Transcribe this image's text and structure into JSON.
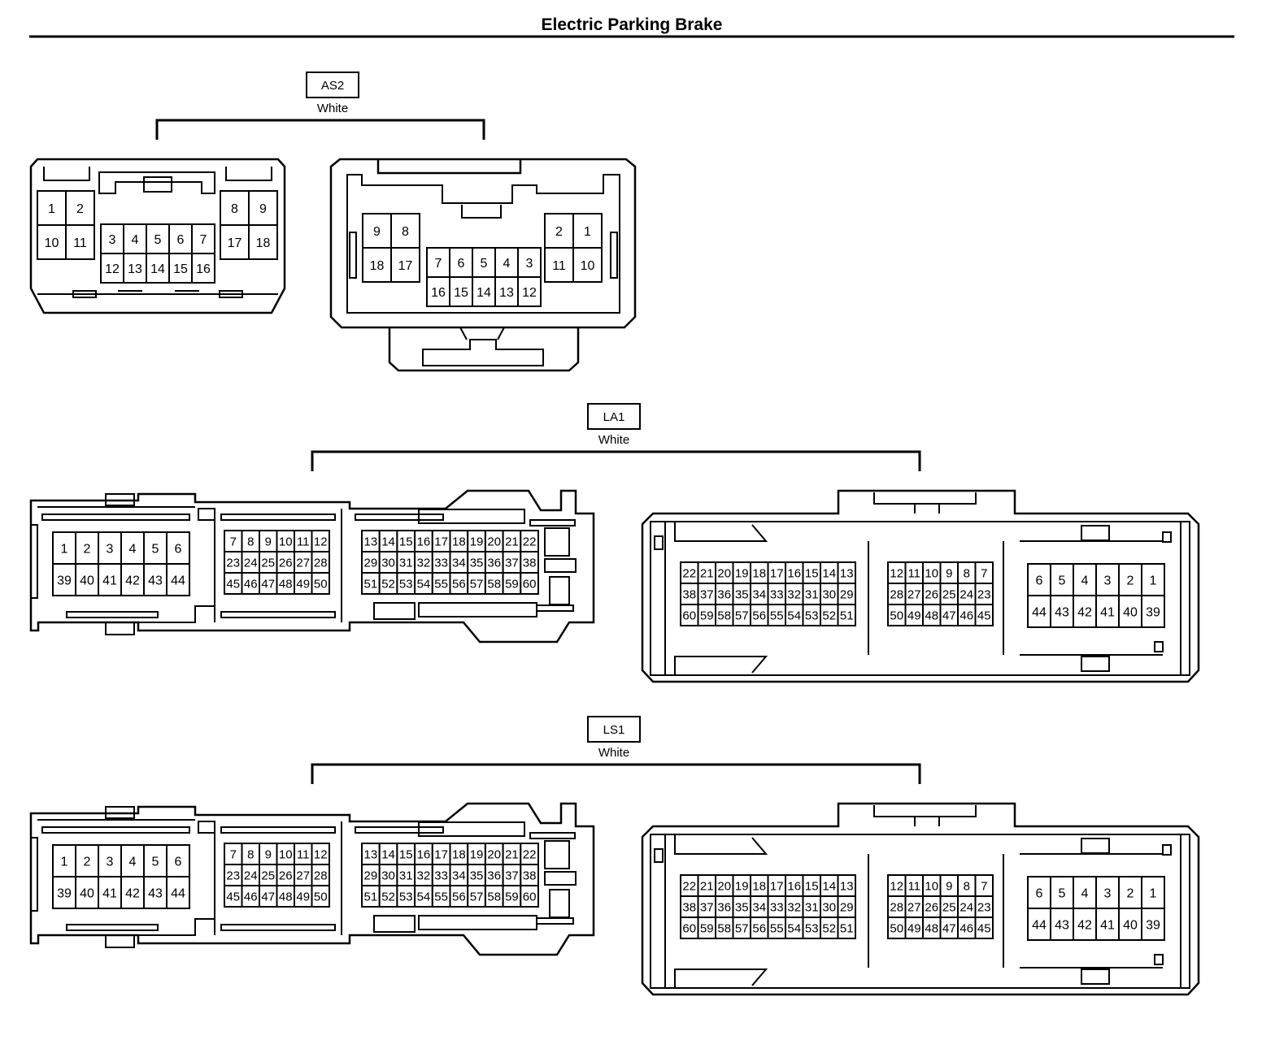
{
  "title": "Electric Parking Brake",
  "connectors": {
    "as2": {
      "code": "AS2",
      "color": "White",
      "left": {
        "left_block": [
          [
            "1",
            "2"
          ],
          [
            "10",
            "11"
          ]
        ],
        "center_block": [
          [
            "3",
            "4",
            "5",
            "6",
            "7"
          ],
          [
            "12",
            "13",
            "14",
            "15",
            "16"
          ]
        ],
        "right_block": [
          [
            "8",
            "9"
          ],
          [
            "17",
            "18"
          ]
        ]
      },
      "right": {
        "left_block": [
          [
            "9",
            "8"
          ],
          [
            "18",
            "17"
          ]
        ],
        "center_block": [
          [
            "7",
            "6",
            "5",
            "4",
            "3"
          ],
          [
            "16",
            "15",
            "14",
            "13",
            "12"
          ]
        ],
        "right_block": [
          [
            "2",
            "1"
          ],
          [
            "11",
            "10"
          ]
        ]
      }
    },
    "la1": {
      "code": "LA1",
      "color": "White",
      "left": {
        "block1": [
          [
            "1",
            "2",
            "3",
            "4",
            "5",
            "6"
          ],
          [
            "39",
            "40",
            "41",
            "42",
            "43",
            "44"
          ]
        ],
        "block2": [
          [
            "7",
            "8",
            "9",
            "10",
            "11",
            "12"
          ],
          [
            "23",
            "24",
            "25",
            "26",
            "27",
            "28"
          ],
          [
            "45",
            "46",
            "47",
            "48",
            "49",
            "50"
          ]
        ],
        "block3": [
          [
            "13",
            "14",
            "15",
            "16",
            "17",
            "18",
            "19",
            "20",
            "21",
            "22"
          ],
          [
            "29",
            "30",
            "31",
            "32",
            "33",
            "34",
            "35",
            "36",
            "37",
            "38"
          ],
          [
            "51",
            "52",
            "53",
            "54",
            "55",
            "56",
            "57",
            "58",
            "59",
            "60"
          ]
        ]
      },
      "right": {
        "block1": [
          [
            "22",
            "21",
            "20",
            "19",
            "18",
            "17",
            "16",
            "15",
            "14",
            "13"
          ],
          [
            "38",
            "37",
            "36",
            "35",
            "34",
            "33",
            "32",
            "31",
            "30",
            "29"
          ],
          [
            "60",
            "59",
            "58",
            "57",
            "56",
            "55",
            "54",
            "53",
            "52",
            "51"
          ]
        ],
        "block2": [
          [
            "12",
            "11",
            "10",
            "9",
            "8",
            "7"
          ],
          [
            "28",
            "27",
            "26",
            "25",
            "24",
            "23"
          ],
          [
            "50",
            "49",
            "48",
            "47",
            "46",
            "45"
          ]
        ],
        "block3": [
          [
            "6",
            "5",
            "4",
            "3",
            "2",
            "1"
          ],
          [
            "44",
            "43",
            "42",
            "41",
            "40",
            "39"
          ]
        ]
      }
    },
    "ls1": {
      "code": "LS1",
      "color": "White",
      "left": {
        "block1": [
          [
            "1",
            "2",
            "3",
            "4",
            "5",
            "6"
          ],
          [
            "39",
            "40",
            "41",
            "42",
            "43",
            "44"
          ]
        ],
        "block2": [
          [
            "7",
            "8",
            "9",
            "10",
            "11",
            "12"
          ],
          [
            "23",
            "24",
            "25",
            "26",
            "27",
            "28"
          ],
          [
            "45",
            "46",
            "47",
            "48",
            "49",
            "50"
          ]
        ],
        "block3": [
          [
            "13",
            "14",
            "15",
            "16",
            "17",
            "18",
            "19",
            "20",
            "21",
            "22"
          ],
          [
            "29",
            "30",
            "31",
            "32",
            "33",
            "34",
            "35",
            "36",
            "37",
            "38"
          ],
          [
            "51",
            "52",
            "53",
            "54",
            "55",
            "56",
            "57",
            "58",
            "59",
            "60"
          ]
        ]
      },
      "right": {
        "block1": [
          [
            "22",
            "21",
            "20",
            "19",
            "18",
            "17",
            "16",
            "15",
            "14",
            "13"
          ],
          [
            "38",
            "37",
            "36",
            "35",
            "34",
            "33",
            "32",
            "31",
            "30",
            "29"
          ],
          [
            "60",
            "59",
            "58",
            "57",
            "56",
            "55",
            "54",
            "53",
            "52",
            "51"
          ]
        ],
        "block2": [
          [
            "12",
            "11",
            "10",
            "9",
            "8",
            "7"
          ],
          [
            "28",
            "27",
            "26",
            "25",
            "24",
            "23"
          ],
          [
            "50",
            "49",
            "48",
            "47",
            "46",
            "45"
          ]
        ],
        "block3": [
          [
            "6",
            "5",
            "4",
            "3",
            "2",
            "1"
          ],
          [
            "44",
            "43",
            "42",
            "41",
            "40",
            "39"
          ]
        ]
      }
    }
  }
}
